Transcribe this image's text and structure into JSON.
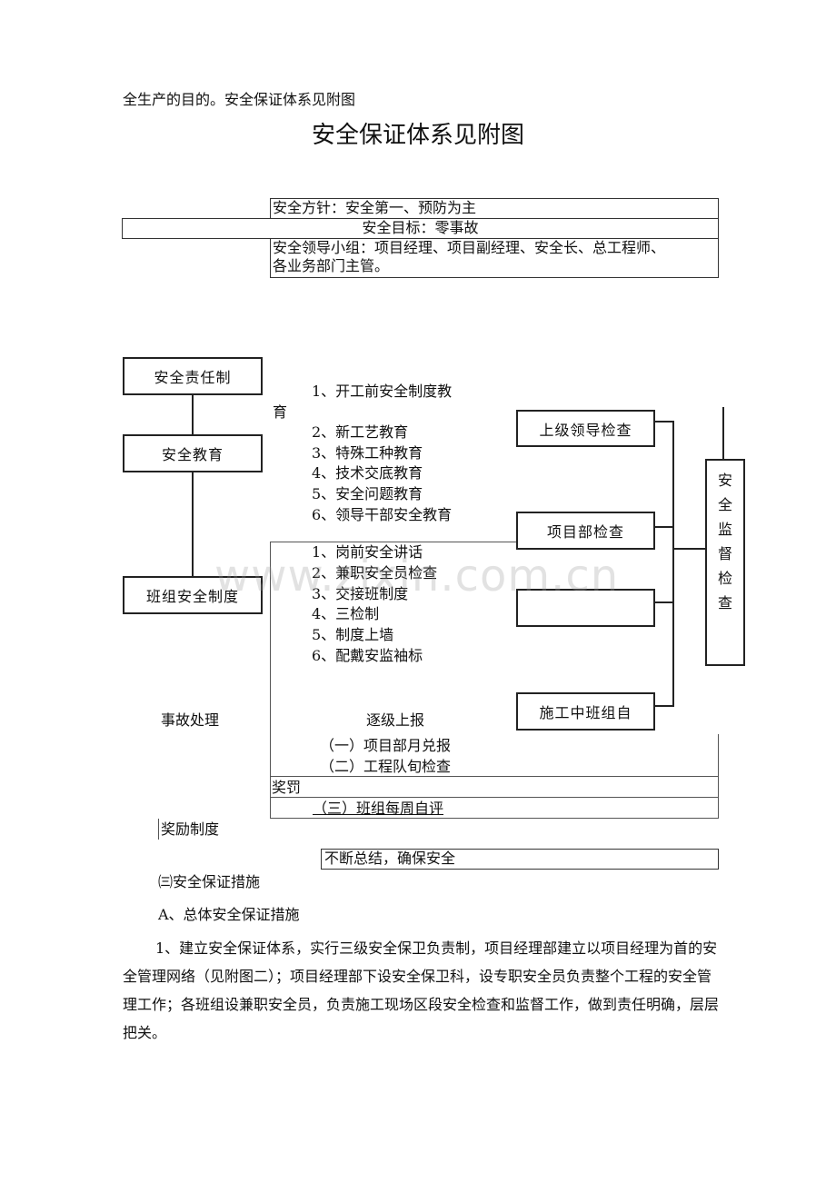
{
  "intro_line": "全生产的目的。安全保证体系见附图",
  "title": "安全保证体系见附图",
  "policy": "安全方针：安全第一、预防为主",
  "goal": "安全目标：零事故",
  "leadership_1": "安全领导小组：项目经理、项目副经理、安全长、总工程师、",
  "leadership_2": "各业务部门主管。",
  "left_boxes": {
    "responsibility": "安全责任制",
    "education": "安全教育",
    "team": "班组安全制度"
  },
  "education_items": {
    "item1a": "1、开工前安全制度教",
    "item1b": "育",
    "item2": "2、新工艺教育",
    "item3": "3、特殊工种教育",
    "item4": "4、技术交底教育",
    "item5": "5、安全问题教育",
    "item6": "6、领导干部安全教育"
  },
  "team_items": [
    "1、岗前安全讲话",
    "2、兼职安全员检查",
    "3、交接班制度",
    "4、三检制",
    "5、制度上墙",
    "6、配戴安监袖标"
  ],
  "right_boxes": {
    "superior": "上级领导检查",
    "project": "项目部检查",
    "blank": "",
    "shift": "施工中班组自"
  },
  "supervision_chars": [
    "安",
    "全",
    "监",
    "督",
    "检",
    "查"
  ],
  "accident": "事故处理",
  "report": "逐级上报",
  "report_items": {
    "r1": "（一）项目部月兑报",
    "r2": "（二）工程队旬检查",
    "reward": "奖罚",
    "r3": "（三）班组每周自评"
  },
  "incentive": "奖励制度",
  "summary": "不断总结，确保安全",
  "measures_heading": "㈢安全保证措施",
  "measures_a": "A、总体安全保证措施",
  "paragraph_1": "1、建立安全保证体系，实行三级安全保卫负责制，项目经理部建立以项目经理为首的安全管理网络（见附图二）；项目经理部下设安全保卫科，设专职安全员负责整个工程的安全管理工作；各班组设兼职安全员，负责施工现场区段安全检查和监督工作，做到责任明确，层层把关。",
  "watermark": "www.zixin.com.cn"
}
